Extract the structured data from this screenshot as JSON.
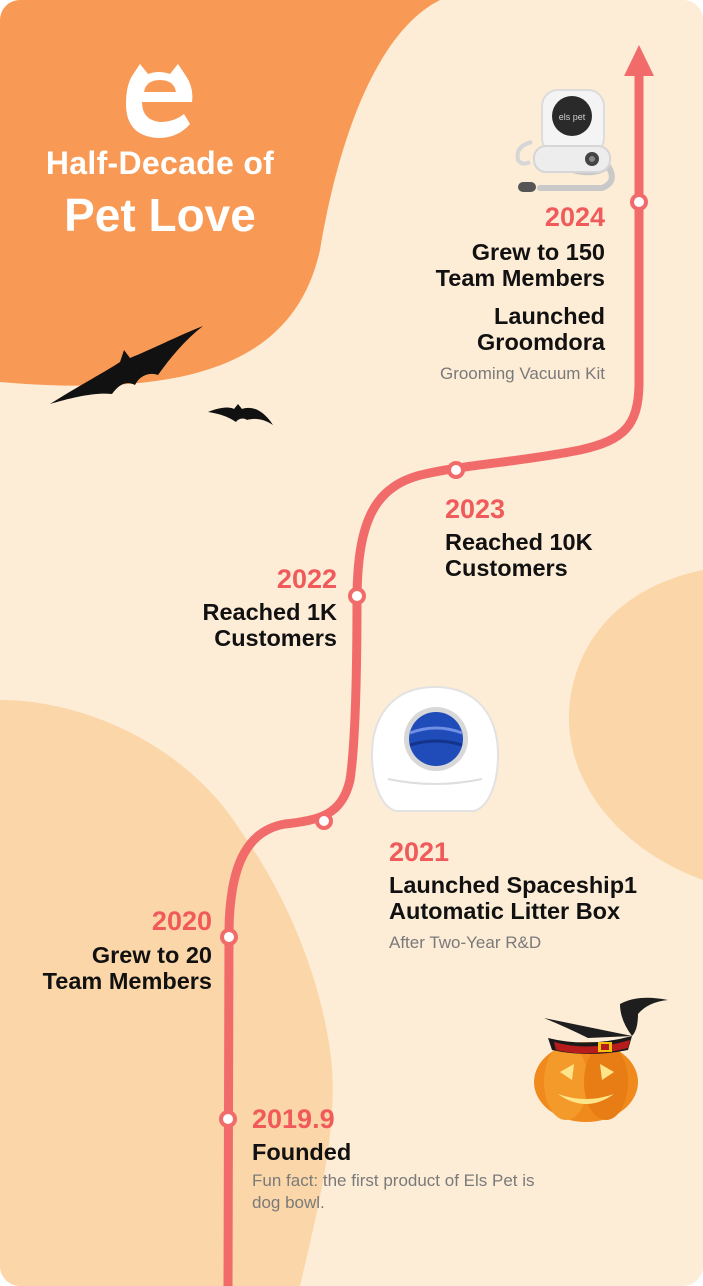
{
  "header": {
    "brand_letter": "e",
    "title_line1": "Half-Decade of",
    "title_line2": "Pet Love"
  },
  "milestones": [
    {
      "year": "2024",
      "lines": [
        "Grew to 150",
        "Team Members",
        "Launched",
        "Groomdora"
      ],
      "note": "Grooming Vacuum Kit"
    },
    {
      "year": "2023",
      "lines": [
        "Reached 10K",
        "Customers"
      ]
    },
    {
      "year": "2022",
      "lines": [
        "Reached 1K",
        "Customers"
      ]
    },
    {
      "year": "2021",
      "lines": [
        "Launched Spaceship1",
        "Automatic Litter Box"
      ],
      "note": "After Two-Year R&D"
    },
    {
      "year": "2020",
      "lines": [
        "Grew to 20",
        "Team Members"
      ]
    },
    {
      "year": "2019.9",
      "lines": [
        "Founded"
      ],
      "note": "Fun fact: the first product of Els Pet is dog bowl."
    }
  ],
  "product_labels": {
    "groomdora": "els pet"
  },
  "colors": {
    "timeline": "#f26b6b",
    "year": "#f05a5a",
    "header_blob": "#f89a55",
    "background": "#fdecd6",
    "accent_blob": "#fbd6a8"
  }
}
